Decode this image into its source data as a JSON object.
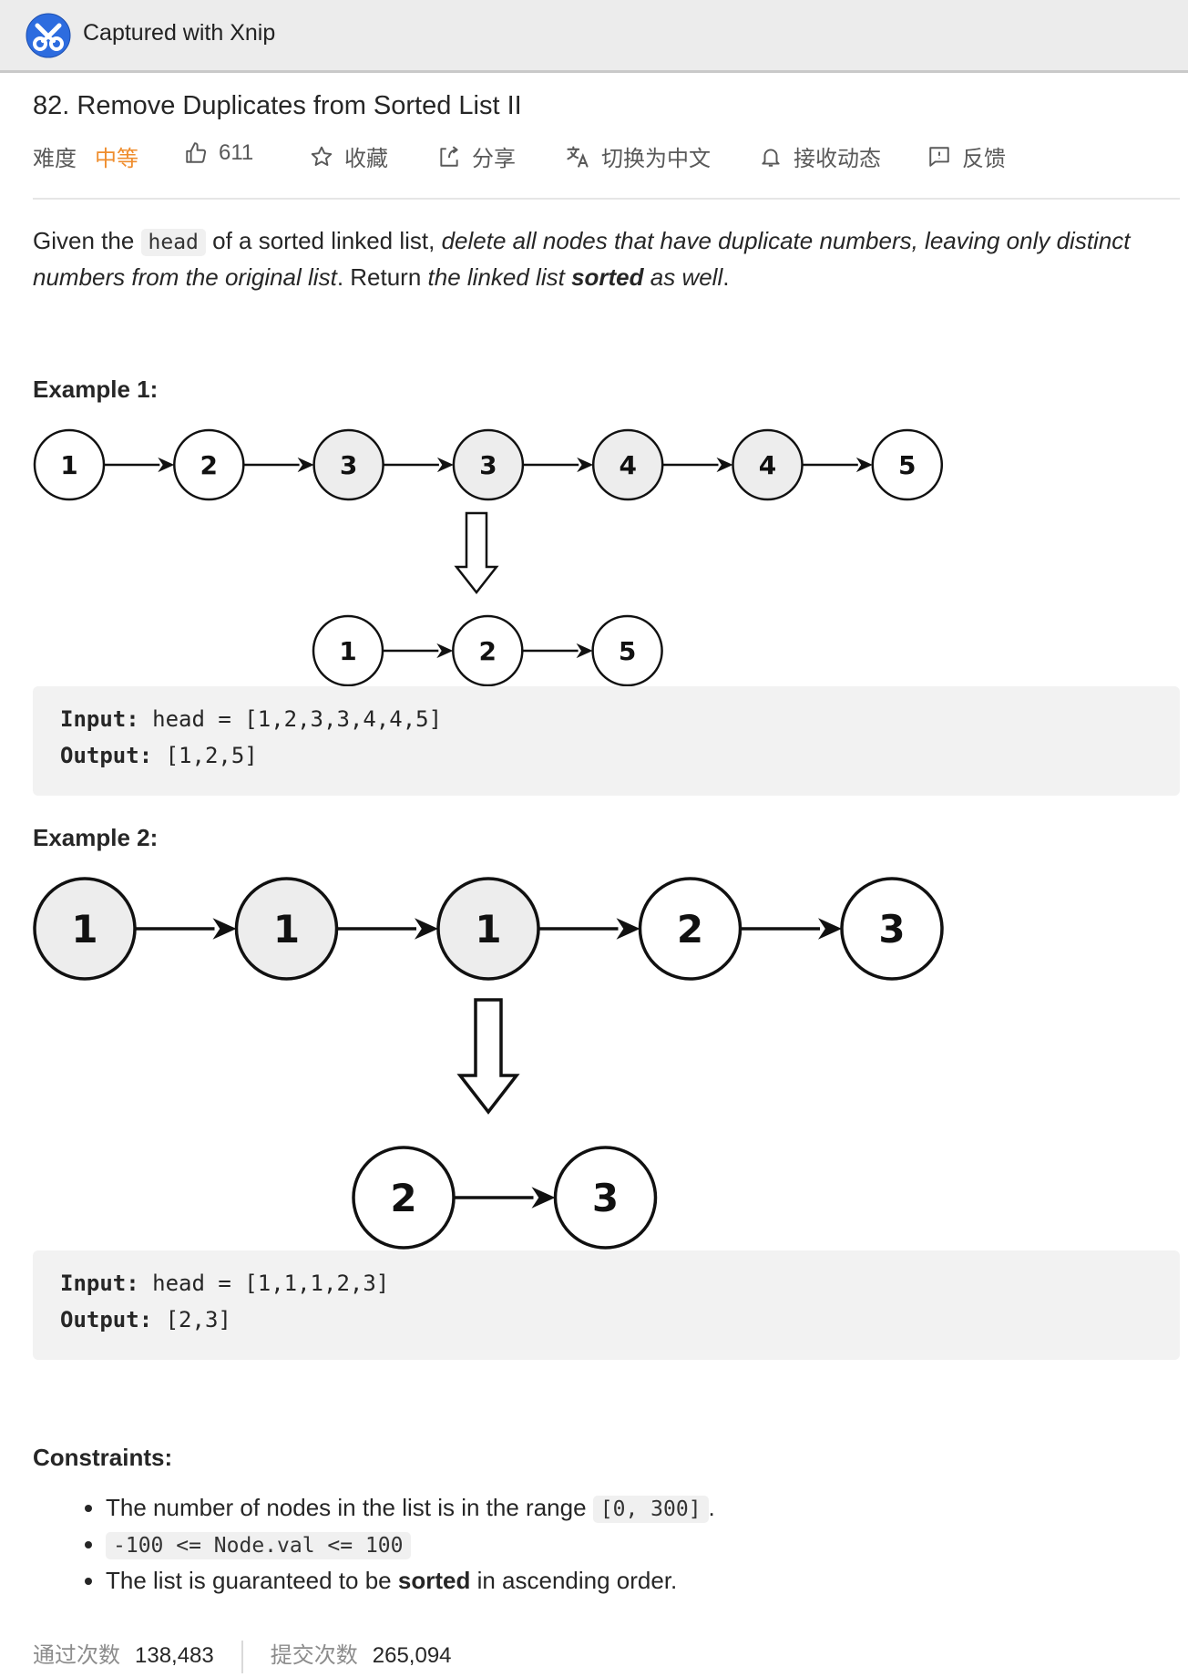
{
  "window": {
    "app_name": "Captured with Xnip",
    "logo_icon": "xnip-logo-icon",
    "accent": "#2d6cdf"
  },
  "problem": {
    "title": "82. Remove Duplicates from Sorted List II",
    "meta": {
      "difficulty_label": "难度",
      "difficulty_value": "中等",
      "difficulty_color": "#ef8d2d",
      "likes": "611",
      "favorite_label": "收藏",
      "share_label": "分享",
      "translate_label": "切换为中文",
      "subscribe_label": "接收动态",
      "feedback_label": "反馈",
      "icons": [
        "thumbs-up-icon",
        "star-icon",
        "share-icon",
        "translate-icon",
        "bell-icon",
        "feedback-icon"
      ]
    },
    "description": {
      "p1": "Given the ",
      "code": "head",
      "p2": " of a sorted linked list, ",
      "em1": "delete all nodes that have duplicate numbers, leaving only distinct numbers from the original list",
      "p3": ". Return ",
      "em2": "the linked list ",
      "strong": "sorted",
      "em3": " as well",
      "p4": "."
    }
  },
  "examples": [
    {
      "heading": "Example 1:",
      "input_nodes": [
        {
          "value": "1",
          "duplicate": false
        },
        {
          "value": "2",
          "duplicate": false
        },
        {
          "value": "3",
          "duplicate": true
        },
        {
          "value": "3",
          "duplicate": true
        },
        {
          "value": "4",
          "duplicate": true
        },
        {
          "value": "4",
          "duplicate": true
        },
        {
          "value": "5",
          "duplicate": false
        }
      ],
      "output_nodes": [
        "1",
        "2",
        "5"
      ],
      "input_label": "Input:",
      "input_value": " head = [1,2,3,3,4,4,5]",
      "output_label": "Output:",
      "output_value": " [1,2,5]"
    },
    {
      "heading": "Example 2:",
      "input_nodes": [
        {
          "value": "1",
          "duplicate": true
        },
        {
          "value": "1",
          "duplicate": true
        },
        {
          "value": "1",
          "duplicate": true
        },
        {
          "value": "2",
          "duplicate": false
        },
        {
          "value": "3",
          "duplicate": false
        }
      ],
      "output_nodes": [
        "2",
        "3"
      ],
      "input_label": "Input:",
      "input_value": " head = [1,1,1,2,3]",
      "output_label": "Output:",
      "output_value": " [2,3]"
    }
  ],
  "constraints": {
    "heading": "Constraints:",
    "item1_text": "The number of nodes in the list is in the range ",
    "item1_code": "[0, 300]",
    "item1_end": ".",
    "item2_code": "-100 <= Node.val <= 100",
    "item3_text": "The list is guaranteed to be ",
    "item3_strong": "sorted",
    "item3_end": " in ascending order."
  },
  "stats": {
    "accepted_label": "通过次数",
    "accepted_value": "138,483",
    "submissions_label": "提交次数",
    "submissions_value": "265,094"
  },
  "colors": {
    "duplicate_fill": "#ededed",
    "node_stroke": "#111111",
    "code_bg": "#f2f2f2"
  }
}
